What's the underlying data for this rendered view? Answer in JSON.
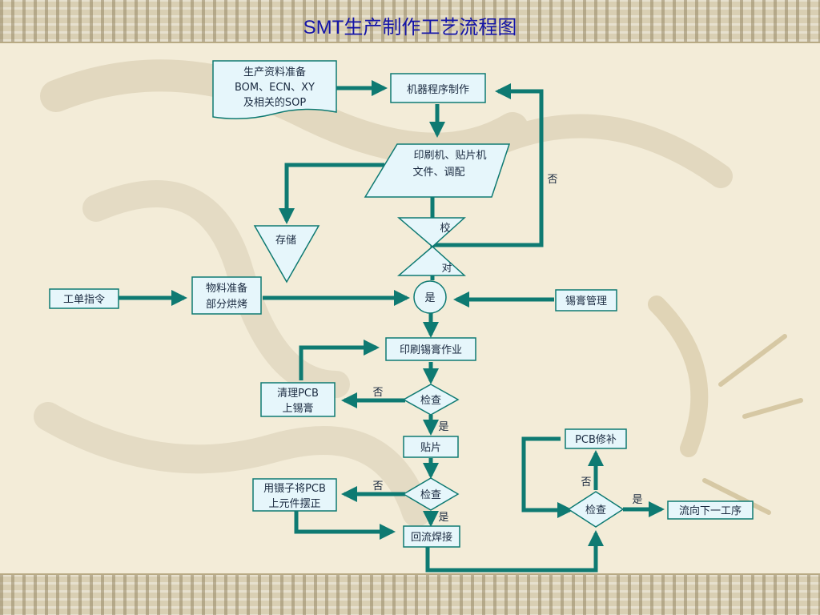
{
  "title": "SMT生产制作工艺流程图",
  "colors": {
    "arrow": "#0e7a72",
    "box_fill": "#e6f6fb",
    "box_stroke": "#0e7a72",
    "title": "#1414a8"
  },
  "nodes": {
    "doc_line1": "生产资料准备",
    "doc_line2": "BOM、ECN、XY",
    "doc_line3": "及相关的SOP",
    "program": "机器程序制作",
    "printer_line1": "印刷机、贴片机",
    "printer_line2": "文件、调配",
    "storage": "存储",
    "check_top": "校",
    "check_bottom": "对",
    "yes_circle": "是",
    "work_order": "工单指令",
    "material_line1": "物料准备",
    "material_line2": "部分烘烤",
    "paste_mgmt": "锡膏管理",
    "print_paste": "印刷锡膏作业",
    "clean_line1": "清理PCB",
    "clean_line2": "上锡膏",
    "inspect1": "检查",
    "mount": "贴片",
    "tweezer_line1": "用镊子将PCB",
    "tweezer_line2": "上元件摆正",
    "inspect2": "检查",
    "reflow": "回流焊接",
    "pcb_repair": "PCB修补",
    "inspect3": "检查",
    "next_process": "流向下一工序"
  },
  "edge_labels": {
    "no_calibrate": "否",
    "no_inspect1": "否",
    "yes_inspect1": "是",
    "no_inspect2": "否",
    "yes_inspect2": "是",
    "no_inspect3": "否",
    "yes_inspect3": "是"
  }
}
